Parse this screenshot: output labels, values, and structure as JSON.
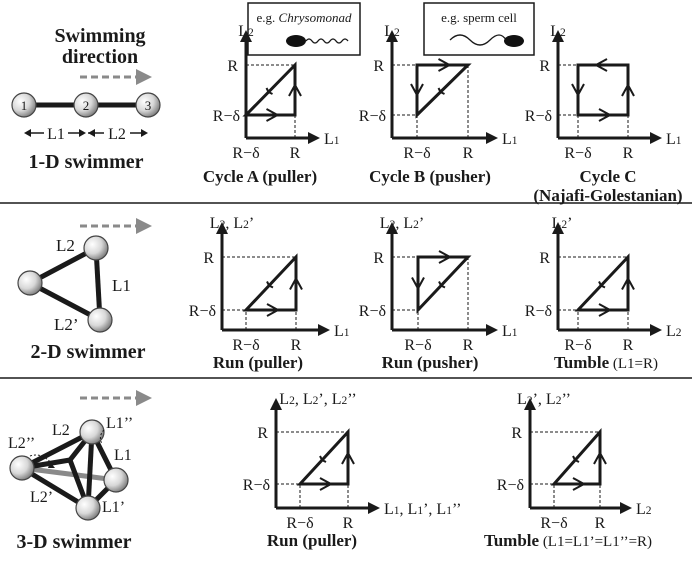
{
  "header": {
    "swim_dir_line1": "Swimming",
    "swim_dir_line2": "direction"
  },
  "row1": {
    "swimmer_label": "1-D swimmer",
    "sphere_labels": [
      "1",
      "2",
      "3"
    ],
    "arm_labels": [
      "L1",
      "L2"
    ],
    "example_a": {
      "prefix": "e.g. ",
      "organism": "Chrysomonad"
    },
    "example_b": "e.g. sperm cell",
    "plots": [
      {
        "y_label": "L2",
        "x_label": "L1",
        "tick_hi": "R",
        "tick_lo": "R−δ",
        "caption": "Cycle A (puller)",
        "caption2": ""
      },
      {
        "y_label": "L2",
        "x_label": "L1",
        "tick_hi": "R",
        "tick_lo": "R−δ",
        "caption": "Cycle B (pusher)",
        "caption2": ""
      },
      {
        "y_label": "L2",
        "x_label": "L1",
        "tick_hi": "R",
        "tick_lo": "R−δ",
        "caption": "Cycle C",
        "caption2": "(Najafi-Golestanian)"
      }
    ]
  },
  "row2": {
    "swimmer_label": "2-D swimmer",
    "arm_labels": [
      "L2",
      "L1",
      "L2’"
    ],
    "plots": [
      {
        "y_label": "L2, L2’",
        "x_label": "L1",
        "tick_hi": "R",
        "tick_lo": "R−δ",
        "caption": "Run (puller)",
        "caption_note": ""
      },
      {
        "y_label": "L2, L2’",
        "x_label": "L1",
        "tick_hi": "R",
        "tick_lo": "R−δ",
        "caption": "Run (pusher)",
        "caption_note": ""
      },
      {
        "y_label": "L2’",
        "x_label": "L2",
        "tick_hi": "R",
        "tick_lo": "R−δ",
        "caption": "Tumble",
        "caption_note": " (L1=R)"
      }
    ]
  },
  "row3": {
    "swimmer_label": "3-D swimmer",
    "arm_labels": [
      "L2",
      "L1’’",
      "L2’’",
      "L1",
      "L2’",
      "L1’"
    ],
    "plots": [
      {
        "y_label": "L2, L2’, L2’’",
        "x_label": "L1, L1’, L1’’",
        "tick_hi": "R",
        "tick_lo": "R−δ",
        "caption": "Run (puller)",
        "caption_note": ""
      },
      {
        "y_label": "L2’, L2’’",
        "x_label": "L2",
        "tick_hi": "R",
        "tick_lo": "R−δ",
        "caption": "Tumble",
        "caption_note": " (L1=L1’=L1’’=R)"
      }
    ]
  }
}
